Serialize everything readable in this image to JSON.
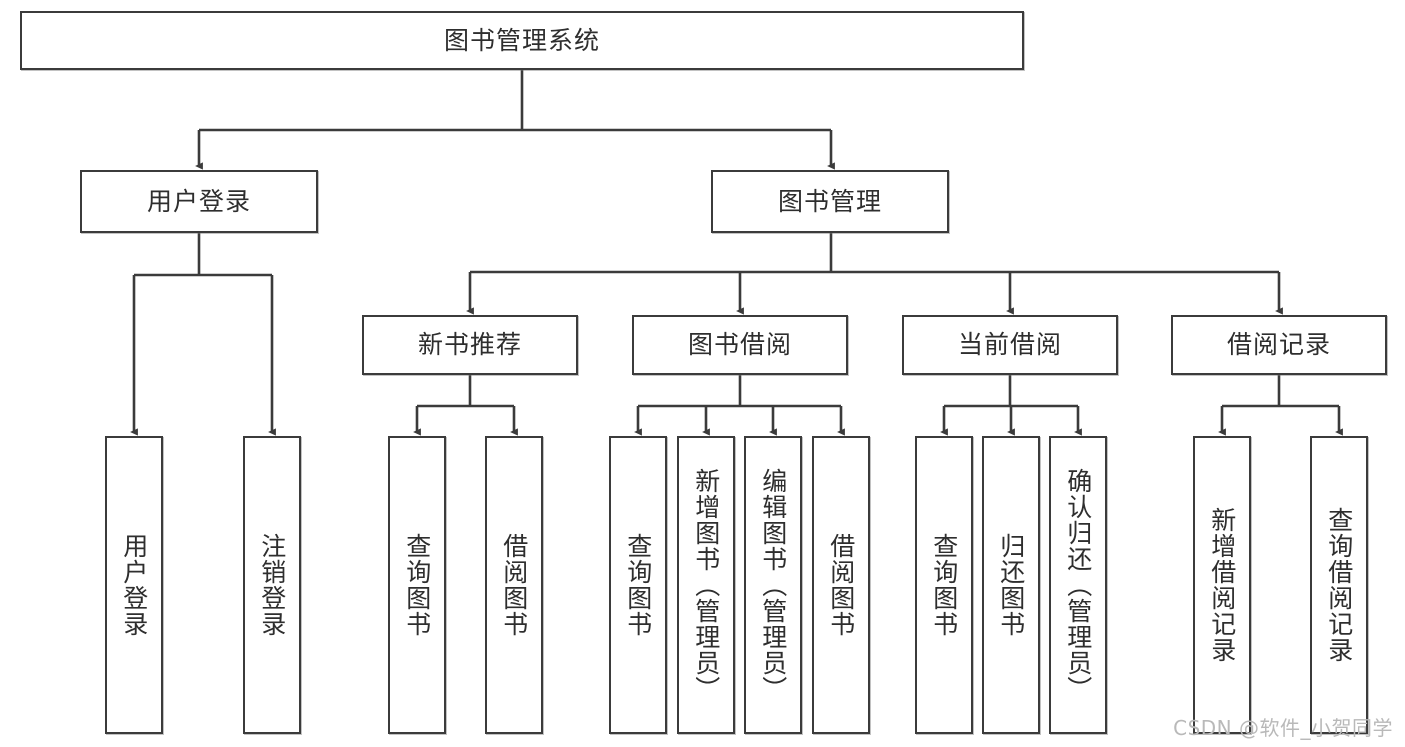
{
  "diagram": {
    "title": "图书管理系统",
    "type": "tree",
    "watermark": "CSDN @软件_小贺同学",
    "colors": {
      "node_border": "#3b3b3b",
      "node_fill": "#ffffff",
      "edge": "#3b3b3b",
      "text": "#2e2e2e",
      "watermark": "#b9b9b9",
      "background": "#ffffff"
    },
    "nodes": {
      "root": {
        "label": "图书管理系统",
        "level": 1,
        "orientation": "horizontal"
      },
      "l2": [
        {
          "id": "user-login",
          "label": "用户登录",
          "level": 2,
          "orientation": "horizontal"
        },
        {
          "id": "book-manage",
          "label": "图书管理",
          "level": 2,
          "orientation": "horizontal"
        }
      ],
      "l3": [
        {
          "id": "new-book-recommend",
          "label": "新书推荐",
          "level": 3,
          "orientation": "horizontal",
          "parent": "book-manage"
        },
        {
          "id": "book-borrow",
          "label": "图书借阅",
          "level": 3,
          "orientation": "horizontal",
          "parent": "book-manage"
        },
        {
          "id": "current-borrow",
          "label": "当前借阅",
          "level": 3,
          "orientation": "horizontal",
          "parent": "book-manage"
        },
        {
          "id": "borrow-record",
          "label": "借阅记录",
          "level": 3,
          "orientation": "horizontal",
          "parent": "book-manage"
        }
      ],
      "leaves": [
        {
          "id": "leaf-user-login",
          "label": "用户登录",
          "parent": "user-login"
        },
        {
          "id": "leaf-logout-login",
          "label": "注销登录",
          "parent": "user-login"
        },
        {
          "id": "leaf-query-book-1",
          "label": "查询图书",
          "parent": "new-book-recommend"
        },
        {
          "id": "leaf-borrow-book-1",
          "label": "借阅图书",
          "parent": "new-book-recommend"
        },
        {
          "id": "leaf-query-book-2",
          "label": "查询图书",
          "parent": "book-borrow"
        },
        {
          "id": "leaf-add-book",
          "label": "新增图书（管理员）",
          "parent": "book-borrow"
        },
        {
          "id": "leaf-edit-book",
          "label": "编辑图书（管理员）",
          "parent": "book-borrow"
        },
        {
          "id": "leaf-borrow-book-2",
          "label": "借阅图书",
          "parent": "book-borrow"
        },
        {
          "id": "leaf-query-book-3",
          "label": "查询图书",
          "parent": "current-borrow"
        },
        {
          "id": "leaf-return-book",
          "label": "归还图书",
          "parent": "current-borrow"
        },
        {
          "id": "leaf-confirm-return",
          "label": "确认归还（管理员）",
          "parent": "current-borrow"
        },
        {
          "id": "leaf-add-record",
          "label": "新增借阅记录",
          "parent": "borrow-record"
        },
        {
          "id": "leaf-query-record",
          "label": "查询借阅记录",
          "parent": "borrow-record"
        }
      ]
    }
  }
}
